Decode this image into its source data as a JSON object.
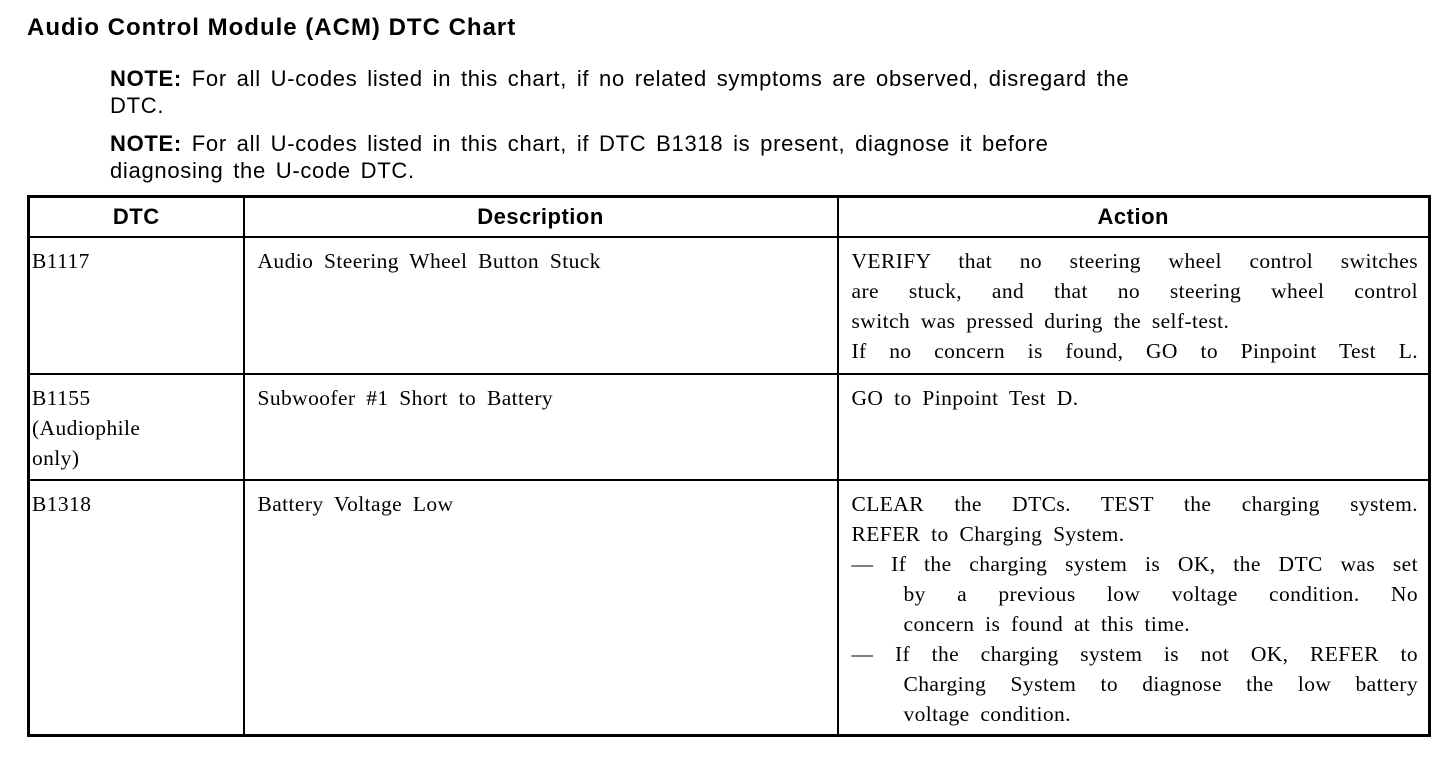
{
  "page": {
    "title": "Audio Control Module (ACM) DTC Chart",
    "background_color": "#ffffff",
    "text_color": "#000000"
  },
  "notes": [
    {
      "label": "NOTE:",
      "line1": "For all U-codes listed in this chart, if no related symptoms are observed, disregard the",
      "line2": "DTC."
    },
    {
      "label": "NOTE:",
      "line1": "For all U-codes listed in this chart, if DTC B1318 is present, diagnose it before",
      "line2": "diagnosing the U-code DTC."
    }
  ],
  "table": {
    "headers": [
      "DTC",
      "Description",
      "Action"
    ],
    "rows": [
      {
        "dtc": "B1117",
        "dtc_lines": [
          "B1117"
        ],
        "description": "Audio Steering Wheel Button Stuck",
        "action_text": "VERIFY that no steering wheel control switches are stuck, and that no steering wheel control switch was pressed during the self-test. If no concern is found, GO to Pinpoint Test L.",
        "action_lines": [
          "VERIFY that no steering wheel control switches",
          "are stuck, and that no steering wheel control",
          "switch was pressed during the self-test.",
          "If no concern is found, GO to Pinpoint Test L."
        ]
      },
      {
        "dtc": "B1155 (Audiophile only)",
        "dtc_lines": [
          "B1155",
          "(Audiophile",
          "only)"
        ],
        "description": "Subwoofer #1 Short to Battery",
        "action_text": "GO to Pinpoint Test D.",
        "action_lines": [
          "GO to Pinpoint Test D."
        ]
      },
      {
        "dtc": "B1318",
        "dtc_lines": [
          "B1318"
        ],
        "description": "Battery Voltage Low",
        "action_text": "CLEAR the DTCs. TEST the charging system. REFER to Charging System. — If the charging system is OK, the DTC was set by a previous low voltage condition. No concern is found at this time. — If the charging system is not OK, REFER to Charging System to diagnose the low battery voltage condition.",
        "action_lines": [
          "CLEAR the DTCs. TEST the charging system.",
          "REFER to Charging System.",
          "— If the charging system is OK, the DTC was set",
          "by a previous low voltage condition. No",
          "concern is found at this time.",
          "— If the charging system is not OK, REFER to",
          "Charging System to diagnose the low battery",
          "voltage condition."
        ]
      }
    ]
  }
}
